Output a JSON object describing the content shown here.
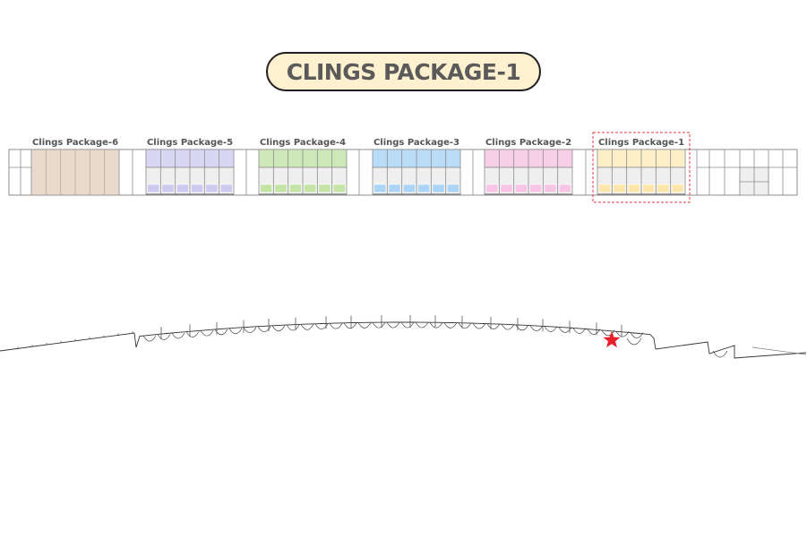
{
  "title": "CLINGS PACKAGE-1",
  "highlighted_package": "Clings Package-1",
  "packages": [
    {
      "label": "Clings Package-6",
      "fill": "#e8d9cb",
      "accent": "#e8d9cb",
      "style": "solid"
    },
    {
      "label": "Clings Package-5",
      "fill": "#d9d6f3",
      "accent": "#cdc9ef",
      "style": "split"
    },
    {
      "label": "Clings Package-4",
      "fill": "#cfe8b8",
      "accent": "#c4e4a6",
      "style": "split"
    },
    {
      "label": "Clings Package-3",
      "fill": "#b9dcf9",
      "accent": "#acd4f6",
      "style": "split"
    },
    {
      "label": "Clings Package-2",
      "fill": "#f8cfe9",
      "accent": "#f6c4e4",
      "style": "split"
    },
    {
      "label": "Clings Package-1",
      "fill": "#fdefc8",
      "accent": "#fde6ab",
      "style": "split"
    }
  ],
  "colors": {
    "grid_line": "#8c8c8c",
    "cell_neutral": "#efefef",
    "highlight_border": "#e0393e",
    "marker": "#e8202a",
    "plan_line": "#333333"
  },
  "marker_icon": "star-icon"
}
